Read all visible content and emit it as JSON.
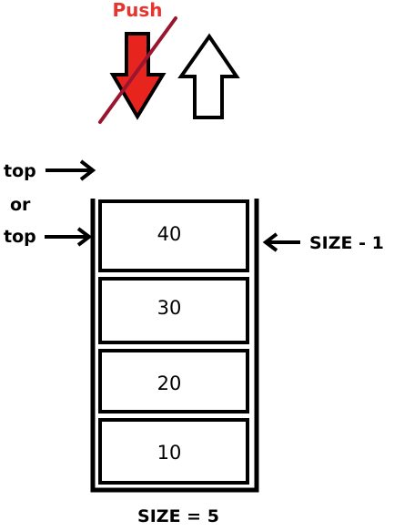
{
  "labels": {
    "push": "Push",
    "top_upper": "top",
    "or": "or",
    "top_lower": "top",
    "size_minus_one": "SIZE - 1",
    "size_total": "SIZE = 5"
  },
  "stack": {
    "values_top_to_bottom": [
      "40",
      "30",
      "20",
      "10"
    ]
  },
  "colors": {
    "push_text": "#e8342f",
    "push_arrow_fill": "#e8241e",
    "strike_line": "#9a1530",
    "ink": "#000000",
    "background": "#ffffff"
  },
  "icons": {
    "push_arrow": "arrow-down-icon",
    "pop_arrow": "arrow-up-icon",
    "pointer": "arrow-right-icon"
  }
}
